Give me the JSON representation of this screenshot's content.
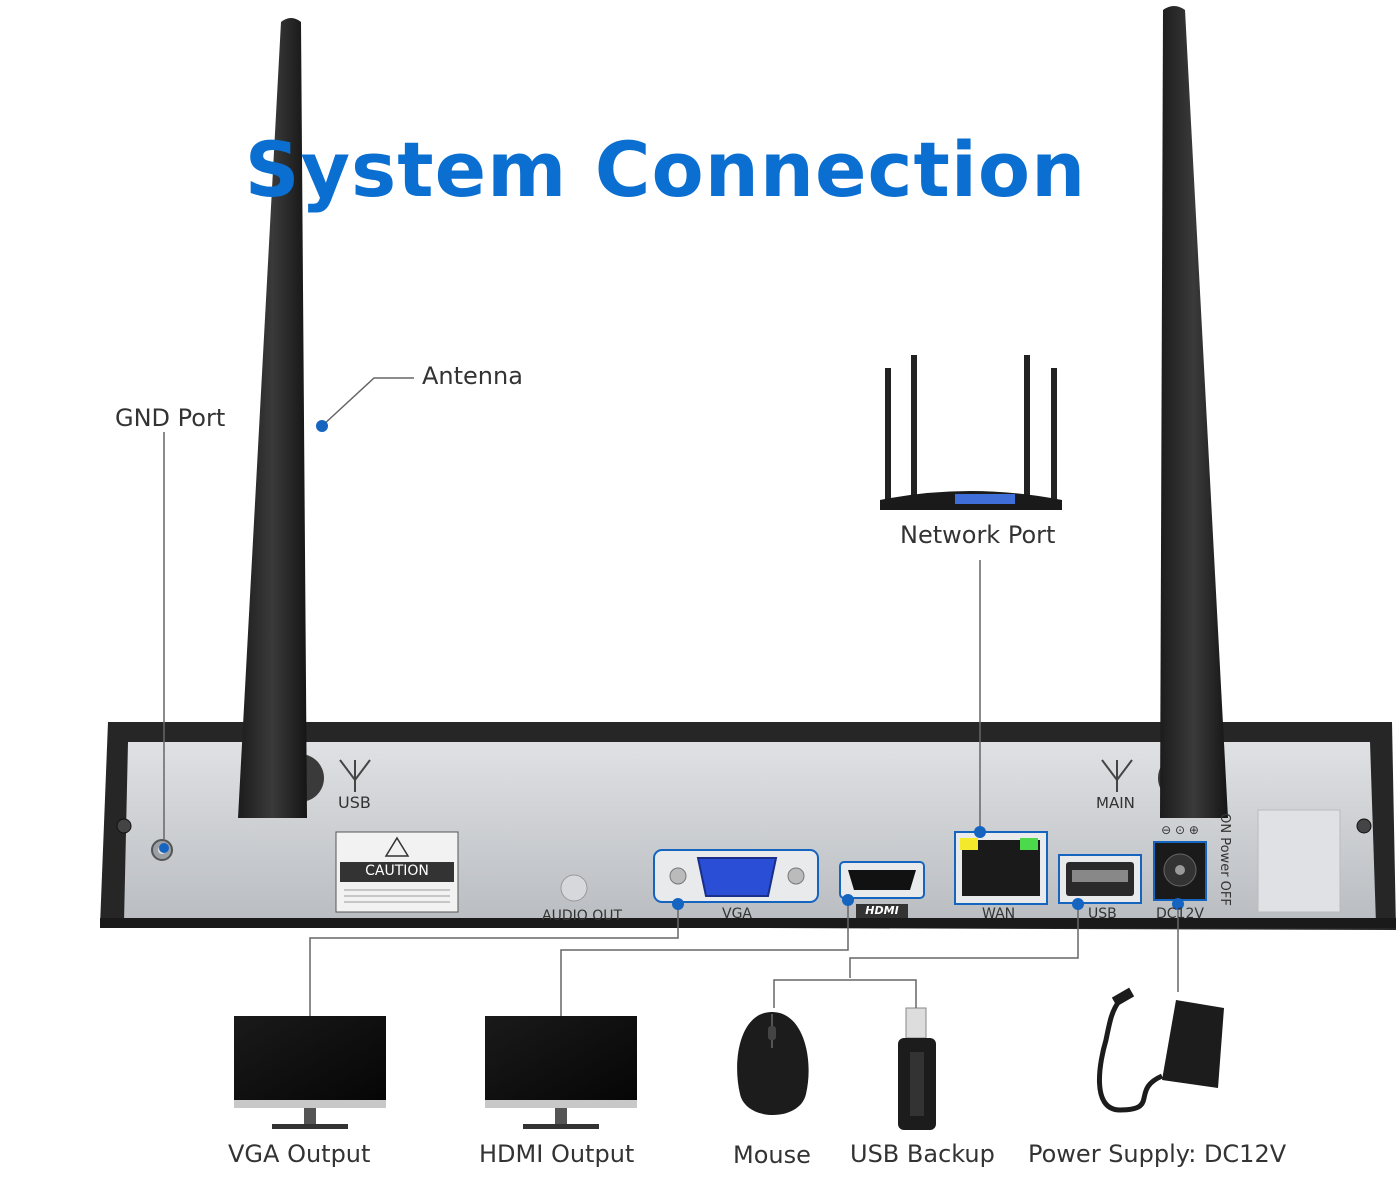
{
  "title": "System Connection",
  "callouts": {
    "antenna": "Antenna",
    "gnd_port": "GND Port",
    "network_port": "Network Port"
  },
  "panel_labels": {
    "usb_antenna": "USB",
    "main_antenna": "MAIN",
    "caution": "CAUTION",
    "audio_out": "AUDIO OUT",
    "vga": "VGA",
    "hdmi_logo": "HDMI",
    "wan": "WAN",
    "usb": "USB",
    "dc12v": "DC12V",
    "power_switch": "ON Power OFF"
  },
  "devices": {
    "vga_output": "VGA Output",
    "hdmi_output": "HDMI Output",
    "mouse": "Mouse",
    "usb_backup": "USB Backup",
    "power_supply": "Power Supply: DC12V"
  },
  "colors": {
    "title": "#0a6fd0",
    "callout_dot": "#1565c0",
    "panel": "#c9ccd0",
    "chassis": "#2b2b2b"
  }
}
